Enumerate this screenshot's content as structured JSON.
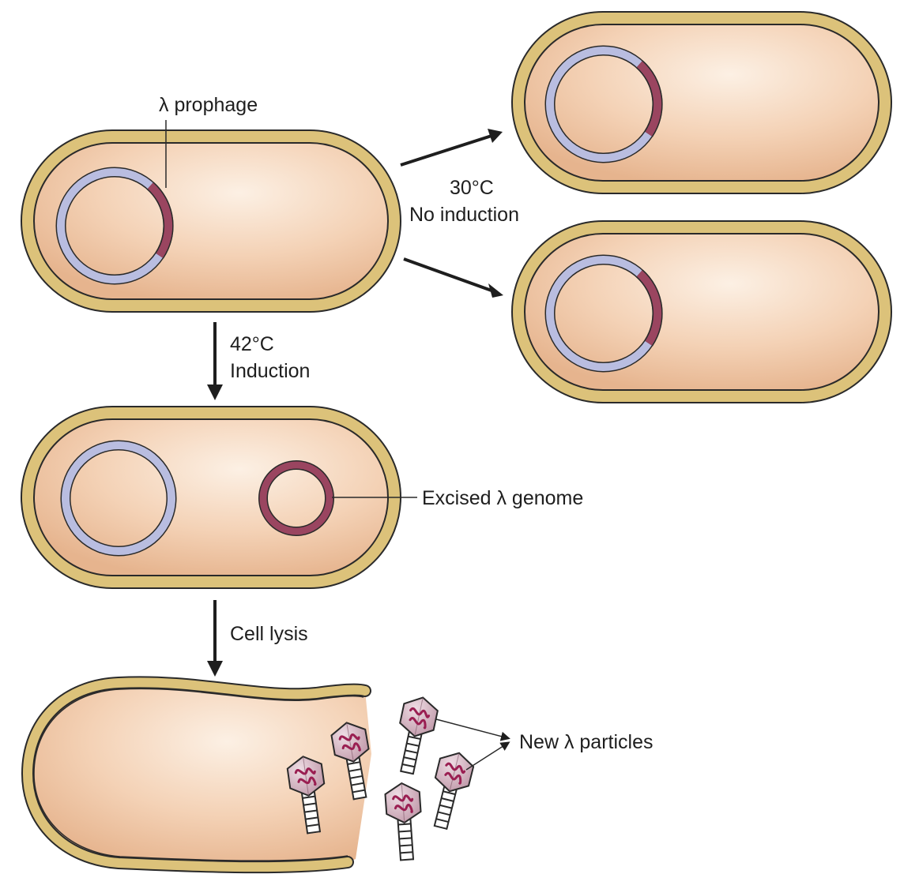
{
  "labels": {
    "prophage": "λ prophage",
    "temp_low": "30°C",
    "no_induction": "No induction",
    "temp_high": "42°C",
    "induction": "Induction",
    "excised_genome": "Excised λ genome",
    "cell_lysis": "Cell lysis",
    "new_particles": "New λ particles"
  },
  "colors": {
    "cell_wall": "#dcc27a",
    "cell_outline": "#2a2a2a",
    "cytoplasm_center": "#fbe8d6",
    "cytoplasm_edge": "#e8b892",
    "bacterial_chromosome": "#b9bde0",
    "lambda_dna": "#9a4560",
    "phage_head": "#cfa8b7",
    "phage_tail": "#ffffff",
    "arrow": "#1e1e1e"
  }
}
